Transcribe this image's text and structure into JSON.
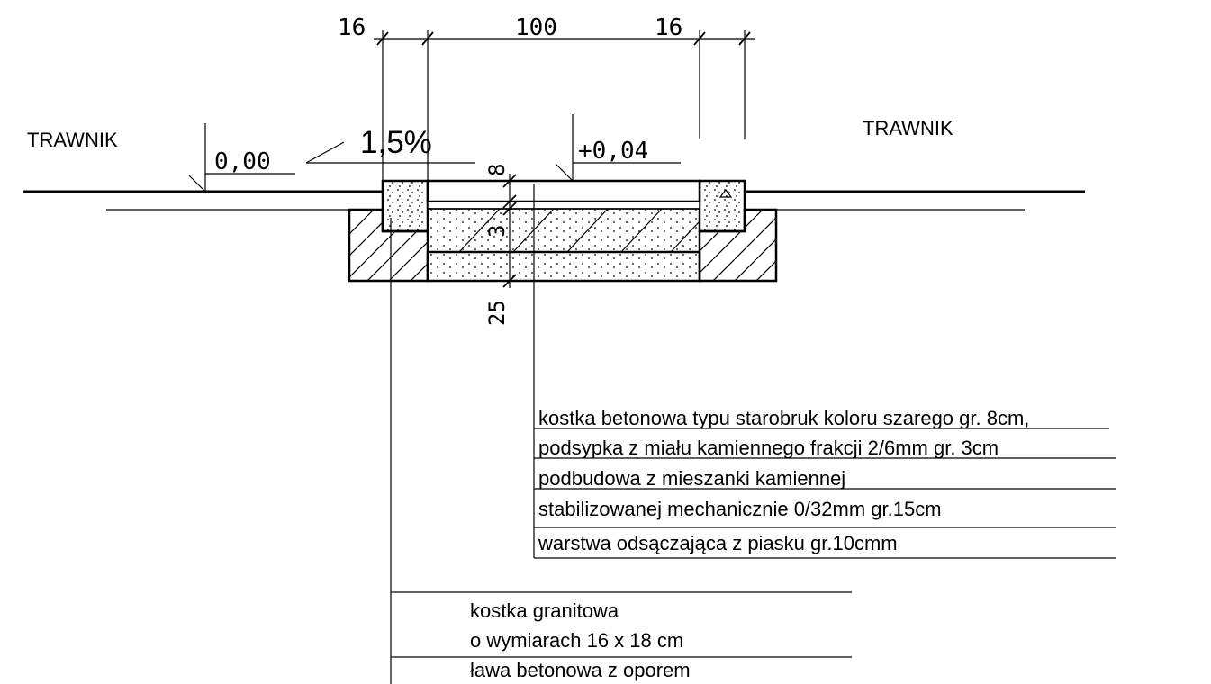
{
  "labels": {
    "lawn_left": "TRAWNIK",
    "lawn_right": "TRAWNIK",
    "level_left": "0,00",
    "level_right": "+0,04",
    "slope": "1,5%"
  },
  "dimensions": {
    "top": [
      "16",
      "100",
      "16"
    ],
    "layers": [
      "8",
      "3",
      "25"
    ]
  },
  "notes": {
    "paving": [
      "kostka betonowa  typu starobruk koloru szarego gr. 8cm,",
      "podsypka z miału kamiennego frakcji 2/6mm gr. 3cm",
      "podbudowa z mieszanki kamiennej",
      "stabilizowanej mechanicznie 0/32mm gr.15cm",
      "warstwa odsączająca z piasku gr.10cmm"
    ],
    "curb": [
      "kostka granitowa",
      "o wymiarach 16 x 18 cm",
      "ława betonowa z oporem"
    ]
  }
}
